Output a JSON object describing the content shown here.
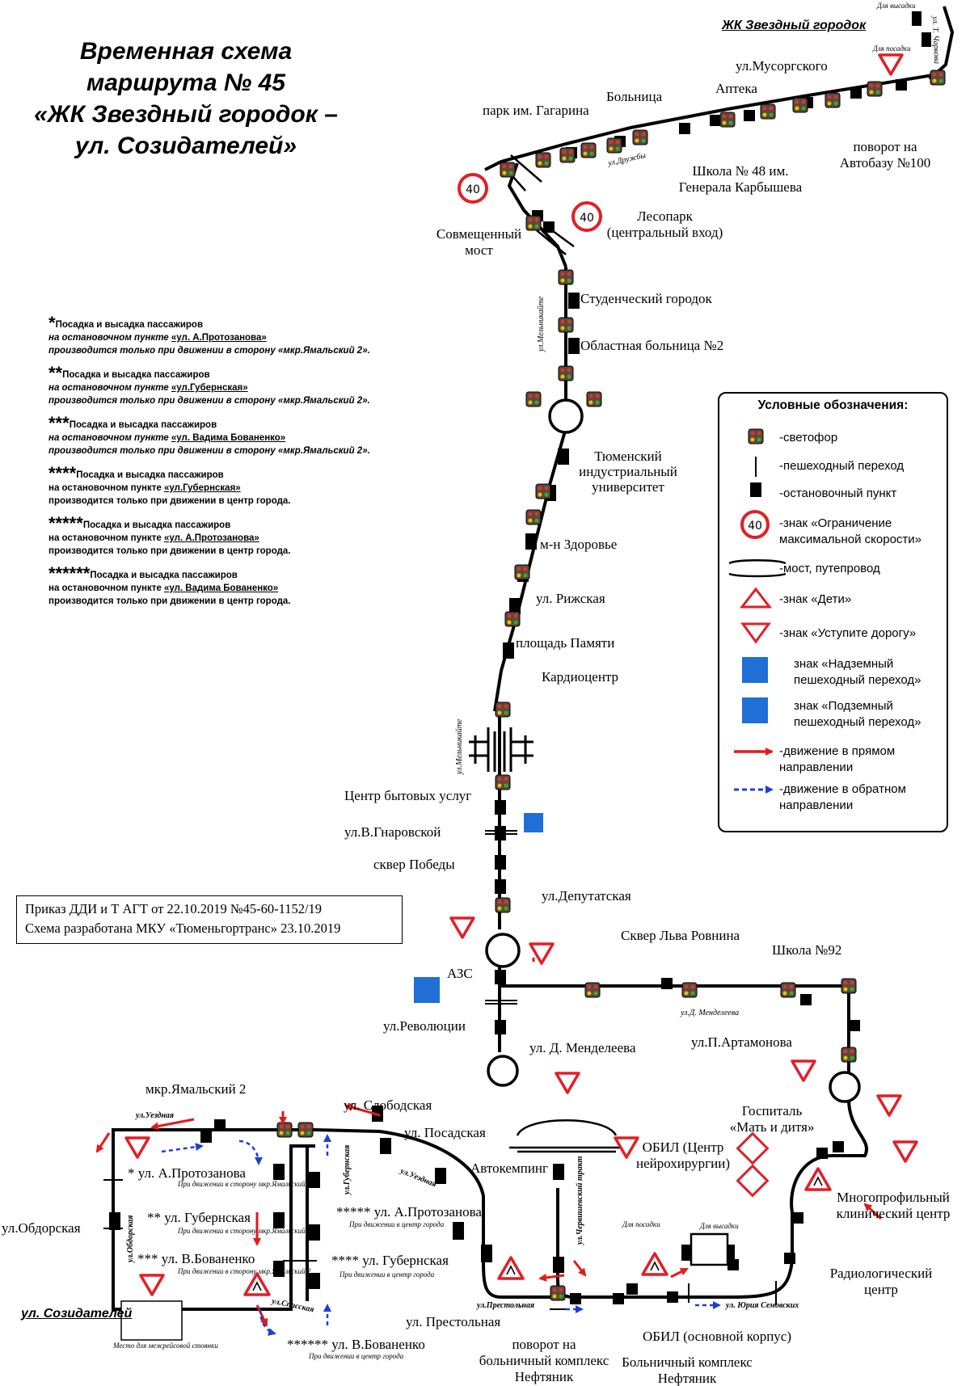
{
  "title": {
    "line1": "Временная схема",
    "line2": "маршрута № 45",
    "line3": "«ЖК Звездный городок –",
    "line4": "ул. Созидателей»"
  },
  "footnotes": [
    {
      "stars": "*",
      "head": "Посадка и высадка пассажиров",
      "prefix": "на остановочном пункте ",
      "stop": "«ул. А.Протозанова»",
      "rule": "производится только при движении в сторону «мкр.Ямальский 2»."
    },
    {
      "stars": "**",
      "head": "Посадка и высадка пассажиров",
      "prefix": "на остановочном пункте ",
      "stop": "«ул.Губернская»",
      "rule": "производится только при движении в сторону «мкр.Ямальский 2»."
    },
    {
      "stars": "***",
      "head": "Посадка и высадка пассажиров",
      "prefix": "на остановочном пункте ",
      "stop": "«ул. Вадима Бованенко»",
      "rule": "производится только при движении в сторону «мкр.Ямальский 2»."
    },
    {
      "stars": "****",
      "head": "Посадка и высадка пассажиров",
      "prefix": "на остановочном пункте ",
      "stop": "«ул.Губернская»",
      "rule": "производится только при движении в центр города."
    },
    {
      "stars": "*****",
      "head": "Посадка и высадка пассажиров",
      "prefix": "на остановочном пункте ",
      "stop": "«ул. А.Протозанова»",
      "rule": "производится только при движении в центр города."
    },
    {
      "stars": "******",
      "head": "Посадка и высадка пассажиров",
      "prefix": "на остановочном пункте ",
      "stop": "«ул. Вадима Бованенко»",
      "rule": "производится только при движении в центр города."
    }
  ],
  "order": {
    "line1": "Приказ ДДИ и Т АГТ от 22.10.2019 №45-60-1152/19",
    "line2": "Схема разработана МКУ «Тюменьгортранс» 23.10.2019"
  },
  "legend": {
    "title": "Условные обозначения:",
    "items": [
      "-светофор",
      "-пешеходный переход",
      "-остановочный пункт",
      "-знак «Ограничение максимальной скорости»",
      "-мост, путепровод",
      "-знак «Дети»",
      "-знак «Уступите дорогу»",
      "знак «Надземный пешеходный переход»",
      "знак «Подземный пешеходный переход»",
      "-движение в прямом направлении",
      "-движение в обратном направлении"
    ],
    "speed_value": "40"
  },
  "stops": {
    "zk": "ЖК Звездный городок",
    "for_drop": "Для высадки",
    "for_board": "Для посадки",
    "musorgsky": "ул.Мусоргского",
    "apteka": "Аптека",
    "bolnica": "Больница",
    "park": "парк им. Гагарина",
    "school48": "Школа № 48 им. Генерала Карбышева",
    "avtobaza": "поворот на Автобазу №100",
    "lesopark": "Лесопарк (центральный вход)",
    "most": "Совмещенный мост",
    "student": "Студенческий городок",
    "obl2": "Областная больница №2",
    "tiu": "Тюменский индустриальный университет",
    "zdorovie": "м-н Здоровье",
    "rizhskaya": "ул. Рижская",
    "pamyati": "площадь Памяти",
    "kardio": "Кардиоцентр",
    "cbu": "Центр бытовых услуг",
    "gnarovskoy": "ул.В.Гнаровской",
    "skver_pobedy": "сквер Победы",
    "deputatskaya": "ул.Депутатская",
    "azs": "АЗС",
    "revolyucii": "ул.Революции",
    "mendeleeva": "ул. Д. Менделеева",
    "rovnina": "Сквер Льва Ровнина",
    "school92": "Школа №92",
    "artamonova": "ул.П.Артамонова",
    "gospital": "Госпиталь «Мать и дитя»",
    "mkc": "Многопрофильный клинический центр",
    "radiolog": "Радиологический центр",
    "obil_neuro": "ОБИЛ (Центр нейрохирургии)",
    "obil_main": "ОБИЛ (основной корпус)",
    "neftyanik": "Больничный комплекс Нефтяник",
    "povorot_neft": "поворот на больничный комплекс Нефтяник",
    "prestolnaya": "ул. Престольная",
    "avtokemping": "Автокемпинг",
    "slobodskaya": "ул. Слободская",
    "posadskaya": "ул. Посадская",
    "yamalsky": "мкр.Ямальский 2",
    "protozanova_l": "* ул. А.Протозанова",
    "gubernskaya_l": "** ул. Губернская",
    "bovanenko_l": "*** ул. В.Бованенко",
    "protozanova_r": "***** ул. А.Протозанова",
    "gubernskaya_r": "**** ул. Губернская",
    "bovanenko_r": "****** ул. В.Бованенко",
    "obdorskaya": "ул.Обдорская",
    "sozidateley": "ул. Созидателей",
    "mesto": "Место для межрейсовой стоянки",
    "note_to_yamal": "При движении в сторону мкр.Ямальский 2",
    "note_to_center": "При движении в центр города"
  },
  "streets": {
    "druzhby": "ул.Дружбы",
    "melnikayte": "ул.Мельникайте",
    "mendeleeva_s": "ул.Д. Менделеева",
    "narodnaya": "ул. Т. Чаркова",
    "uezdnaya": "ул.Уездная",
    "uezdnaya2": "ул.Уездная",
    "obdorskaya_s": "ул.Обдорская",
    "gubernskaya_s": "ул.Губернская",
    "spasskaya": "ул.Спасская",
    "prestolnaya_s": "ул.Престольная",
    "chervishevsky": "ул.Червишевский тракт",
    "semovskih": "ул. Юрия Семовских"
  },
  "colors": {
    "route": "#000000",
    "forward": "#e41a1c",
    "backward": "#1d3fd6",
    "sign_red": "#e11f26",
    "sign_blue": "#1f6fd6",
    "light_body": "#5a4a3a"
  }
}
